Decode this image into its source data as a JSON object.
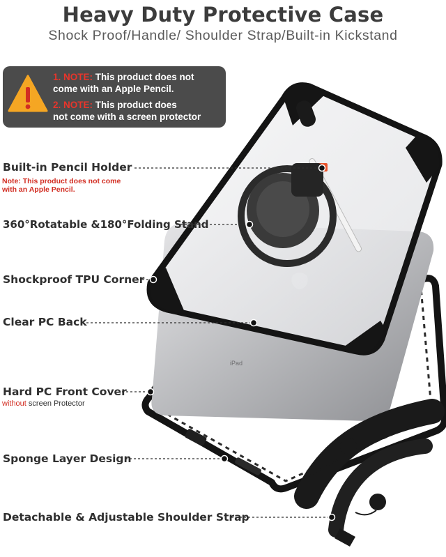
{
  "header": {
    "title": "Heavy Duty Protective Case",
    "subtitle": "Shock Proof/Handle/ Shoulder Strap/Built-in Kickstand"
  },
  "notice": {
    "line1_prefix": "1. NOTE:",
    "line1_text": " This product does not",
    "line1_cont": "come with an Apple Pencil.",
    "line2_prefix": "2. NOTE:",
    "line2_text": " This product does",
    "line2_cont": "not come with a screen protector",
    "icon": "warning-icon",
    "colors": {
      "box": "#4b4b4b",
      "accent": "#e8352b",
      "icon": "#f5a623"
    }
  },
  "features": [
    {
      "label": "Built-in Pencil Holder",
      "note_line1": "Note: This product does not come",
      "note_line2": "with an Apple Pencil."
    },
    {
      "label": "360°Rotatable &180°Folding Stand"
    },
    {
      "label": "Shockproof  TPU Corner"
    },
    {
      "label": "Clear PC Back"
    },
    {
      "label": "Hard PC Front Cover",
      "note_red": "without",
      "note_rest": " screen Protector"
    },
    {
      "label": "Sponge Layer Design"
    },
    {
      "label": "Detachable & Adjustable Shoulder Strap"
    }
  ],
  "device": {
    "back_logo_text": "iPad"
  }
}
